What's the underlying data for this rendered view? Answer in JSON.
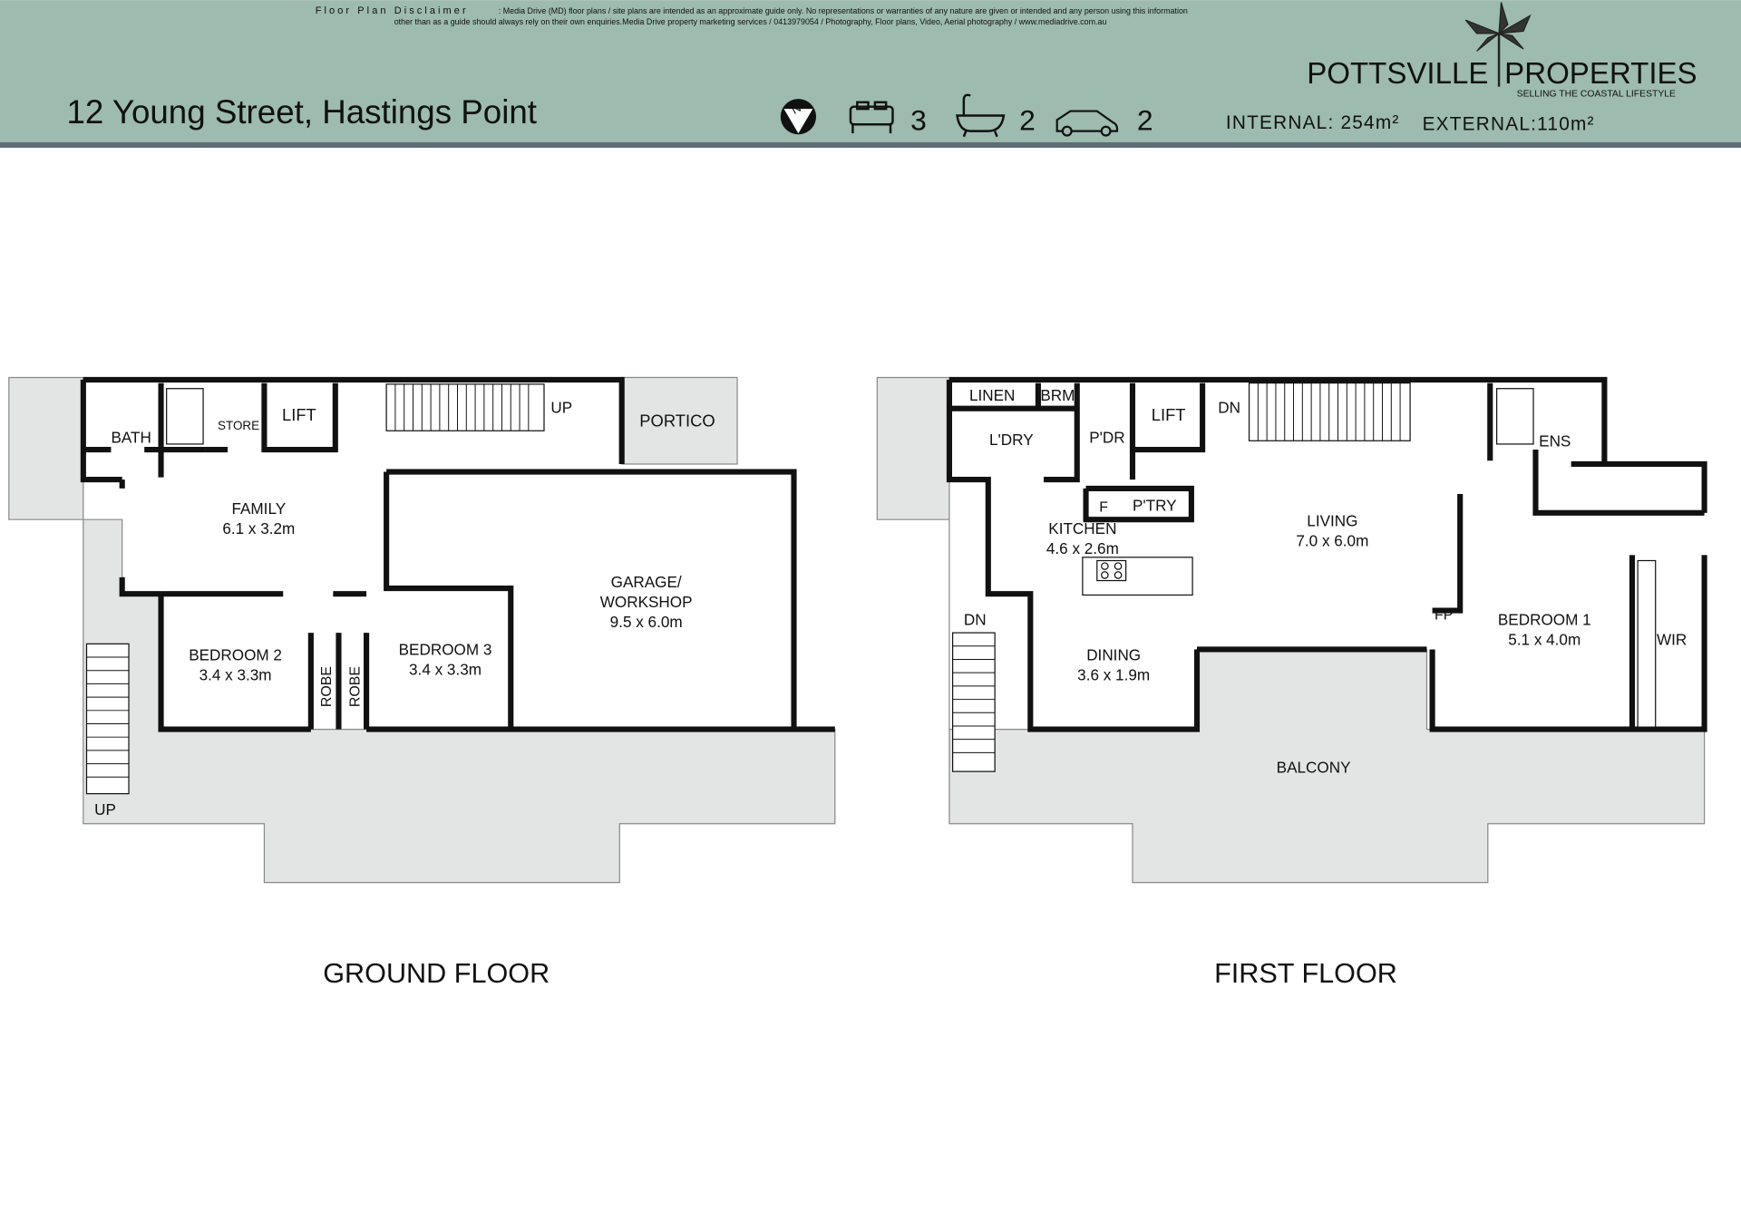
{
  "header": {
    "disclaimer_title": "Floor Plan Disclaimer",
    "disclaimer_line1": ": Media Drive (MD) floor plans / site plans are intended as an approximate guide only.  No representations or warranties of any nature are given or intended and any person using this information",
    "disclaimer_line2": "other than as a guide should always rely on their own enquiries.Media Drive property marketing services / 0413979054 / Photography, Floor plans,  Video, Aerial photography / www.mediadrive.com.au",
    "address": "12 Young Street, Hastings Point",
    "compass_label": "N",
    "beds": "3",
    "baths": "2",
    "cars": "2",
    "internal": "INTERNAL: 254m²",
    "external": "EXTERNAL:110m²",
    "brand_left": "POTTSVILLE",
    "brand_right": "PROPERTIES",
    "tagline": "SELLING THE COASTAL LIFESTYLE",
    "colors": {
      "band": "#9dbbaf",
      "band_shadow": "#5d6e78",
      "deck": "#e3e5e5",
      "wall": "#111111"
    }
  },
  "ground_floor": {
    "title": "GROUND FLOOR",
    "rooms": {
      "bath": "BATH",
      "store": "STORE",
      "lift": "LIFT",
      "up_stairs": "UP",
      "portico": "PORTICO",
      "family": "FAMILY",
      "family_size": "6.1 x 3.2m",
      "garage": "GARAGE/",
      "garage2": "WORKSHOP",
      "garage_size": "9.5 x 6.0m",
      "bed2": "BEDROOM 2",
      "bed2_size": "3.4 x 3.3m",
      "bed3": "BEDROOM 3",
      "bed3_size": "3.4 x 3.3m",
      "robe1": "ROBE",
      "robe2": "ROBE",
      "up_deck": "UP"
    }
  },
  "first_floor": {
    "title": "FIRST FLOOR",
    "rooms": {
      "linen": "LINEN",
      "brm": "BRM",
      "ldry": "L'DRY",
      "pdr": "P'DR",
      "lift": "LIFT",
      "dn_stairs": "DN",
      "ens": "ENS",
      "f": "F",
      "ptry": "P'TRY",
      "kitchen": "KITCHEN",
      "kitchen_size": "4.6 x 2.6m",
      "living": "LIVING",
      "living_size": "7.0 x 6.0m",
      "fp": "FP",
      "bed1": "BEDROOM 1",
      "bed1_size": "5.1 x 4.0m",
      "wir": "WIR",
      "dn_deck": "DN",
      "dining": "DINING",
      "dining_size": "3.6 x 1.9m",
      "balcony": "BALCONY"
    }
  }
}
